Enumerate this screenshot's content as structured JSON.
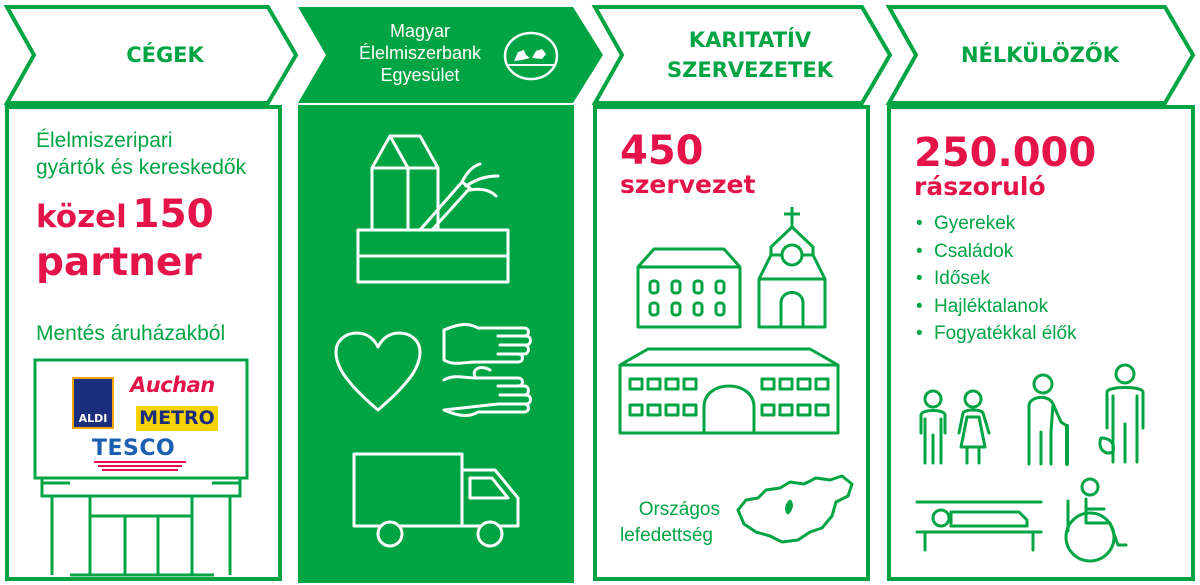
{
  "colors": {
    "green": "#00a443",
    "red": "#e4144a",
    "white": "#ffffff"
  },
  "columns": [
    {
      "id": "companies",
      "header": "CÉGEK",
      "intro": [
        "Élelmiszeripari",
        "gyártók és kereskedők"
      ],
      "highlight_prefix": "közel",
      "highlight_number": "150",
      "highlight_word": "partner",
      "rescue_label": "Mentés áruházakból",
      "store_logos": [
        "ALDI",
        "Auchan",
        "METRO",
        "TESCO"
      ]
    },
    {
      "id": "food-bank",
      "header_lines": [
        "Magyar",
        "Élelmiszerbank",
        "Egyesület"
      ],
      "icons": [
        "food-crate-icon",
        "heart-icon",
        "helping-hands-icon",
        "delivery-truck-icon"
      ]
    },
    {
      "id": "charities",
      "header_lines": [
        "KARITATÍV",
        "SZERVEZETEK"
      ],
      "count": "450",
      "count_label": "szervezet",
      "icons": [
        "building-icon",
        "church-icon",
        "institution-icon",
        "hungary-map-icon"
      ],
      "coverage_lines": [
        "Országos",
        "lefedettség"
      ]
    },
    {
      "id": "needy",
      "header": "NÉLKÜLÖZŐK",
      "count": "250.000",
      "count_label": "rászoruló",
      "groups": [
        "Gyerekek",
        "Családok",
        "Idősek",
        "Hajléktalanok",
        "Fogyatékkal élők"
      ],
      "icons": [
        "children-icon",
        "elderly-icon",
        "homeless-icon",
        "wheelchair-icon"
      ]
    }
  ]
}
